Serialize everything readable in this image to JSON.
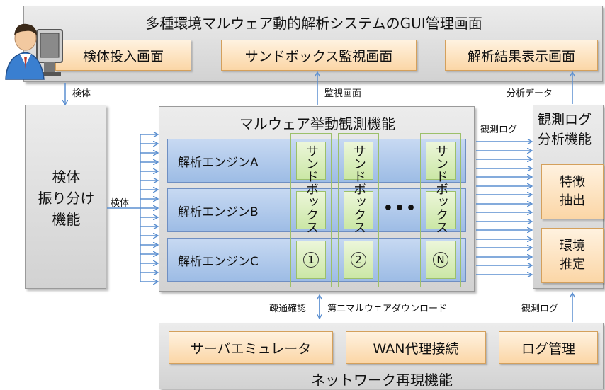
{
  "top_panel": {
    "title": "多種環境マルウェア動的解析システムのGUI管理画面",
    "screens": [
      "検体投入画面",
      "サンドボックス監視画面",
      "解析結果表示画面"
    ]
  },
  "left_panel": {
    "title_lines": [
      "検体",
      "振り分け",
      "機能"
    ]
  },
  "center_panel": {
    "title": "マルウェア挙動観測機能",
    "engines": [
      "解析エンジンA",
      "解析エンジンB",
      "解析エンジンC"
    ],
    "sandbox_label": "サンドボックス",
    "sandbox_numbers": [
      "1",
      "2",
      "N"
    ],
    "ellipsis": "•••"
  },
  "right_panel": {
    "title_lines": [
      "観測ログ",
      "分析機能"
    ],
    "boxes": [
      {
        "lines": [
          "特徴",
          "抽出"
        ]
      },
      {
        "lines": [
          "環境",
          "推定"
        ]
      }
    ]
  },
  "bottom_panel": {
    "title": "ネットワーク再現機能",
    "boxes": [
      "サーバエミュレータ",
      "WAN代理接続",
      "ログ管理"
    ]
  },
  "flow_labels": {
    "sample_down": "検体",
    "monitor_screen": "監視画面",
    "analysis_data": "分析データ",
    "observation_log_right": "観測ログ",
    "sample_to_engines": "検体",
    "connectivity_check": "疎通確認",
    "second_download": "第二マルウェアダウンロード",
    "observation_log_bottom": "観測ログ"
  },
  "colors": {
    "arrow": "#5b8fd0",
    "panel_gray": "#dcdcdc",
    "orange": "#fbd6a6",
    "blue": "#9dbce5",
    "green": "#cbe7a6"
  }
}
